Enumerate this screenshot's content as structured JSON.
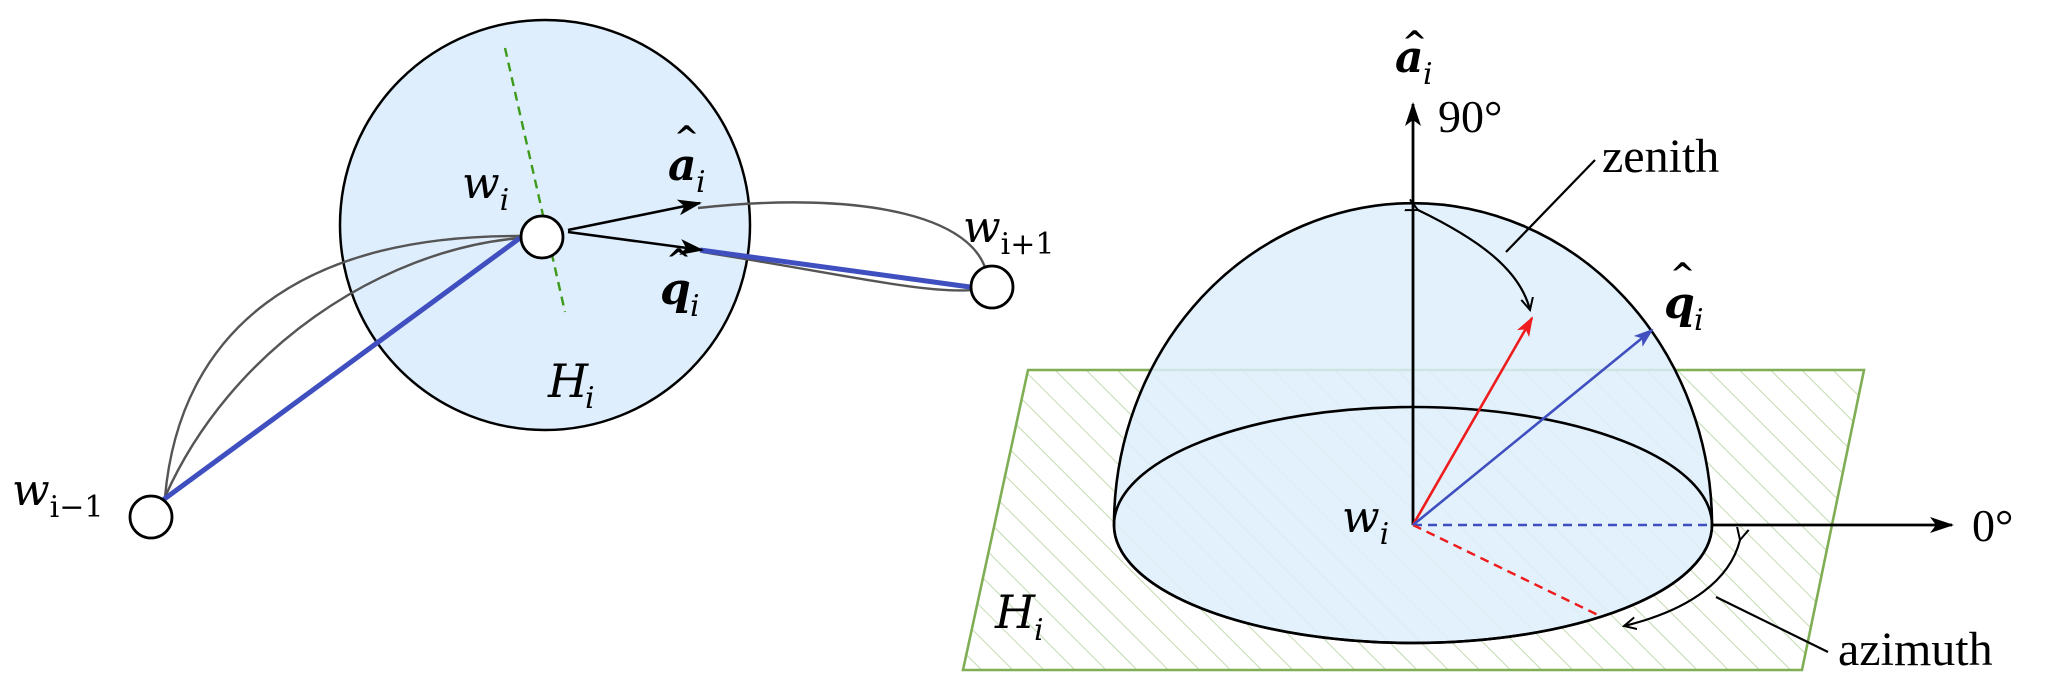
{
  "left_panel": {
    "node_prev": {
      "base": "w",
      "sub": "i−1"
    },
    "node_cur": {
      "base": "w",
      "sub": "i"
    },
    "node_next": {
      "base": "w",
      "sub": "i+1"
    },
    "vec_a": {
      "base": "a",
      "hat": "^",
      "sub": "i"
    },
    "vec_q": {
      "base": "q",
      "hat": "^",
      "sub": "i"
    },
    "plane": {
      "base": "H",
      "sub": "i"
    }
  },
  "right_panel": {
    "vec_a": {
      "base": "a",
      "hat": "^",
      "sub": "i"
    },
    "vec_q": {
      "base": "q",
      "hat": "^",
      "sub": "i"
    },
    "origin": {
      "base": "w",
      "sub": "i"
    },
    "plane": {
      "base": "H",
      "sub": "i"
    },
    "angle_top": "90°",
    "angle_right": "0°",
    "zenith_label": "zenith",
    "azimuth_label": "azimuth"
  },
  "colors": {
    "sphere_fill": "#deeefc",
    "plane_stroke": "#7fae55",
    "hatch": "#a9cc8e",
    "path_blue": "#3f4fbf",
    "red_vec": "#ee1c1c",
    "dashed_green": "#3d9a1a",
    "ink": "#000000",
    "grey_curve": "#555555"
  }
}
